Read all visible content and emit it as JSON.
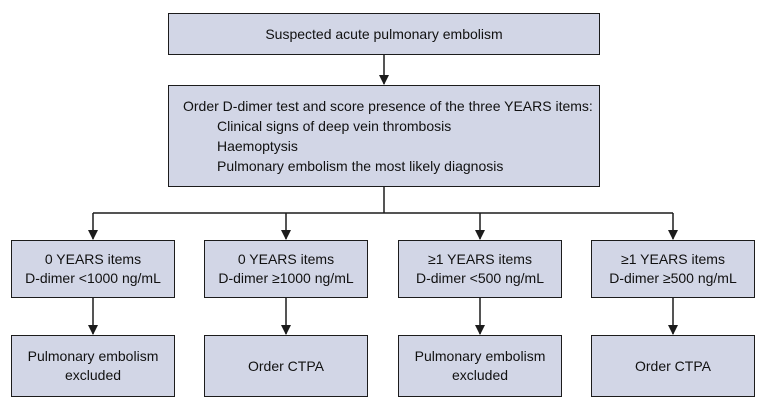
{
  "top": {
    "label": "Suspected acute pulmonary embolism"
  },
  "years": {
    "heading": "Order D-dimer test and score presence of the three YEARS items:",
    "items": [
      "Clinical signs of deep vein thrombosis",
      "Haemoptysis",
      "Pulmonary embolism the most likely diagnosis"
    ]
  },
  "branches": [
    {
      "line1": "0 YEARS items",
      "line2": "D-dimer <1000 ng/mL",
      "outcome1": "Pulmonary embolism",
      "outcome2": "excluded"
    },
    {
      "line1": "0 YEARS items",
      "line2": "D-dimer ≥1000 ng/mL",
      "outcome1": "Order CTPA",
      "outcome2": ""
    },
    {
      "line1": "≥1 YEARS items",
      "line2": "D-dimer <500 ng/mL",
      "outcome1": "Pulmonary embolism",
      "outcome2": "excluded"
    },
    {
      "line1": "≥1 YEARS items",
      "line2": "D-dimer ≥500 ng/mL",
      "outcome1": "Order CTPA",
      "outcome2": ""
    }
  ],
  "colors": {
    "box_fill": "#d2d6e6",
    "line": "#1c1c1c"
  }
}
